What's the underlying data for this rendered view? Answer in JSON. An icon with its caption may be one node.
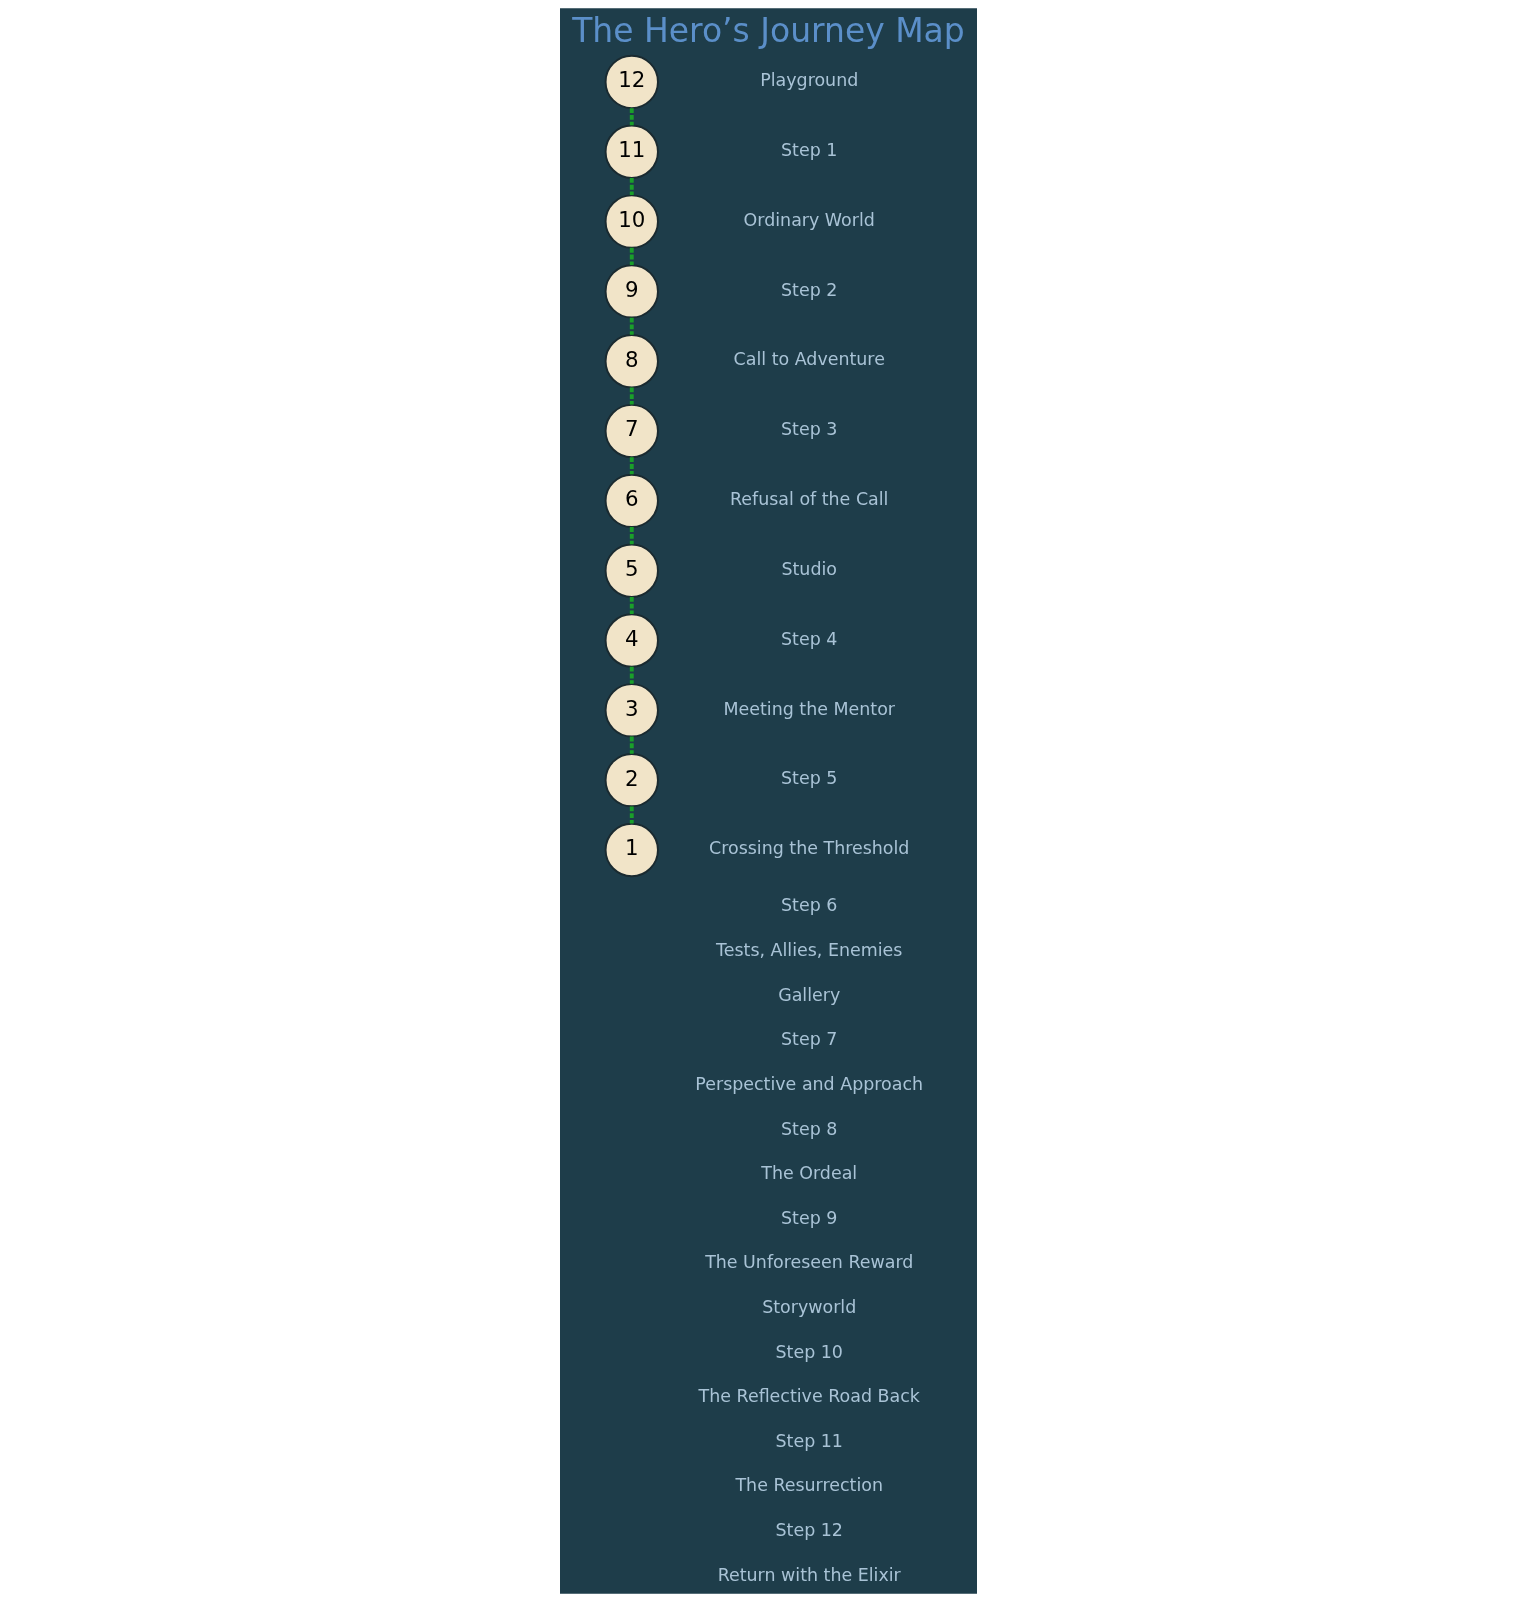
{
  "diagram": {
    "title": "The Hero’s Journey Map",
    "nodes": [
      {
        "text": [
          "1"
        ]
      },
      {
        "text": [
          "2"
        ]
      },
      {
        "text": [
          "3"
        ]
      },
      {
        "text": [
          "4"
        ]
      },
      {
        "text": [
          "5"
        ]
      },
      {
        "text": [
          "6"
        ]
      },
      {
        "text": [
          "7"
        ]
      },
      {
        "text": [
          "8"
        ]
      },
      {
        "text": [
          "9"
        ]
      },
      {
        "text": [
          "10"
        ]
      },
      {
        "text": [
          "11"
        ]
      },
      {
        "text": [
          "12"
        ]
      }
    ],
    "edges": [
      {
        "from": 0,
        "to": 1,
        "arrow": "none",
        "style": "dashed"
      },
      {
        "from": 1,
        "to": 2,
        "arrow": "none",
        "style": "dashed"
      },
      {
        "from": 2,
        "to": 3,
        "arrow": "none",
        "style": "dashed"
      },
      {
        "from": 3,
        "to": 4,
        "arrow": "none",
        "style": "dashed"
      },
      {
        "from": 4,
        "to": 5,
        "arrow": "none",
        "style": "dashed"
      },
      {
        "from": 5,
        "to": 6,
        "arrow": "none",
        "style": "dashed"
      },
      {
        "from": 6,
        "to": 7,
        "arrow": "none",
        "style": "dashed"
      },
      {
        "from": 7,
        "to": 8,
        "arrow": "none",
        "style": "dashed"
      },
      {
        "from": 8,
        "to": 9,
        "arrow": "none",
        "style": "dashed"
      },
      {
        "from": 9,
        "to": 10,
        "arrow": "none",
        "style": "dashed"
      },
      {
        "from": 10,
        "to": 11,
        "arrow": "none",
        "style": "dashed"
      }
    ],
    "labels": [
      "Playground",
      "Step 1",
      "Ordinary World",
      "Step 2",
      "Call to Adventure",
      "Step 3",
      "Refusal of the Call",
      "Studio",
      "Step 4",
      "Meeting the Mentor",
      "Step 5",
      "Crossing the Threshold",
      "Step 6",
      "Tests, Allies, Enemies",
      "Gallery",
      "Step 7",
      "Perspective and Approach",
      "Step 8",
      "The Ordeal",
      "Step 9",
      "The Unforeseen Reward",
      "Storyworld",
      "Step 10",
      "The Reflective Road Back",
      "Step 11",
      "The Resurrection",
      "Step 12",
      "Return with the Elixir"
    ]
  }
}
